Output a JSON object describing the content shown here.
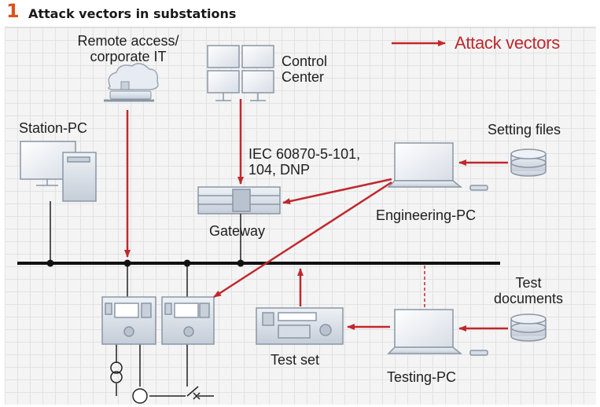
{
  "figure": {
    "number": "1",
    "title": "Attack vectors in substations"
  },
  "legend": {
    "label": "Attack vectors",
    "color": "#c0282d"
  },
  "nodes": {
    "remote_access": {
      "line1": "Remote access/",
      "line2": "corporate IT",
      "icon": "cloud-server-icon"
    },
    "control_center": {
      "line1": "Control",
      "line2": "Center",
      "icon": "monitor-wall-icon"
    },
    "station_pc": {
      "label": "Station-PC",
      "icon": "desktop-computer-icon"
    },
    "setting_files": {
      "label": "Setting files",
      "icon": "database-icon"
    },
    "protocol": {
      "line1": "IEC 60870-5-101,",
      "line2": "104, DNP"
    },
    "gateway": {
      "label": "Gateway",
      "icon": "gateway-rack-icon"
    },
    "engineering_pc": {
      "label": "Engineering-PC",
      "icon": "laptop-icon"
    },
    "test_documents": {
      "line1": "Test",
      "line2": "documents",
      "icon": "database-icon"
    },
    "test_set": {
      "label": "Test set",
      "icon": "test-set-icon"
    },
    "testing_pc": {
      "label": "Testing-PC",
      "icon": "laptop-icon"
    },
    "ied_1": {
      "icon": "protection-relay-icon"
    },
    "ied_2": {
      "icon": "protection-relay-icon"
    }
  },
  "colors": {
    "attack": "#c0282d",
    "bus": "#111111",
    "device_frame": "#8a96a6",
    "device_face": "#dde3ea"
  }
}
